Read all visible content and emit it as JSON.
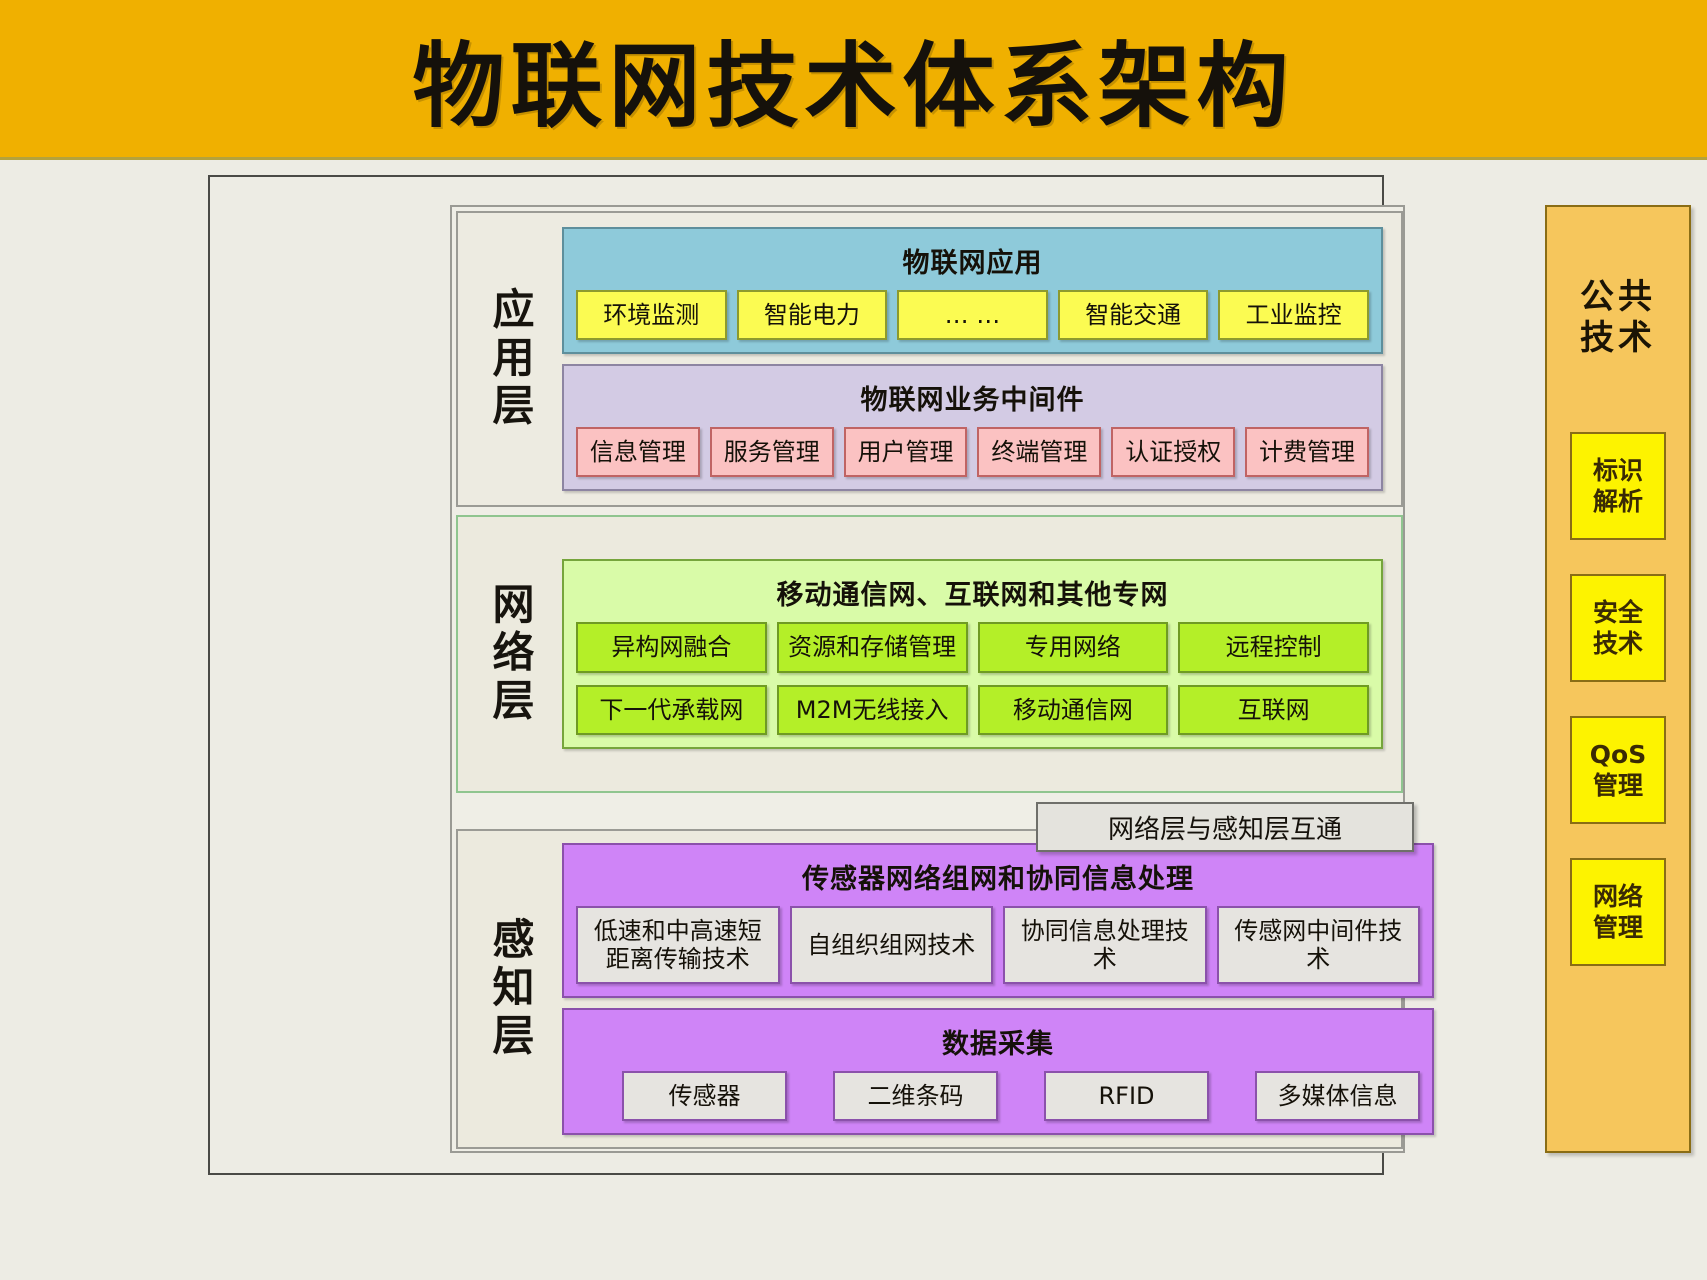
{
  "title": "物联网技术体系架构",
  "layers": [
    {
      "label": "应用层",
      "panels": [
        {
          "title": "物联网应用",
          "rows": [
            [
              "环境监测",
              "智能电力",
              "… …",
              "智能交通",
              "工业监控"
            ]
          ]
        },
        {
          "title": "物联网业务中间件",
          "rows": [
            [
              "信息管理",
              "服务管理",
              "用户管理",
              "终端管理",
              "认证授权",
              "计费管理"
            ]
          ]
        }
      ]
    },
    {
      "label": "网络层",
      "panels": [
        {
          "title": "移动通信网、互联网和其他专网",
          "rows": [
            [
              "异构网融合",
              "资源和存储管理",
              "专用网络",
              "远程控制"
            ],
            [
              "下一代承载网",
              "M2M无线接入",
              "移动通信网",
              "互联网"
            ]
          ]
        }
      ]
    },
    {
      "label": "感知层",
      "panels": [
        {
          "title": "传感器网络组网和协同信息处理",
          "rows": [
            [
              "低速和中高速短距离传输技术",
              "自组织组网技术",
              "协同信息处理技术",
              "传感网中间件技术"
            ]
          ]
        },
        {
          "title": "数据采集",
          "rows": [
            [
              "传感器",
              "二维条码",
              "RFID",
              "多媒体信息"
            ]
          ]
        }
      ]
    }
  ],
  "interop": {
    "label": "网络层与感知层互通"
  },
  "sidebar": {
    "title": "公共\n技术",
    "title_lines": [
      "公共",
      "技术"
    ],
    "items": [
      {
        "label": "标识解析",
        "lines": [
          "标识",
          "解析"
        ]
      },
      {
        "label": "安全技术",
        "lines": [
          "安全",
          "技术"
        ]
      },
      {
        "label": "QoS管理",
        "lines": [
          "QoS",
          "管理"
        ]
      },
      {
        "label": "网络管理",
        "lines": [
          "网络",
          "管理"
        ]
      }
    ]
  },
  "colors": {
    "banner": "#f0b000",
    "page_background": "#edece4",
    "application_apps": "#8ecada",
    "application_apps_chip": "#fbfb52",
    "application_middleware": "#d3cbe4",
    "application_middleware_chip": "#fbc2c2",
    "network_panel": "#d9fba8",
    "network_chip": "#b4ef28",
    "perception_panel": "#cf84f7",
    "perception_chip": "#e6e4e0",
    "sidebar": "#f6c65c",
    "sidebar_chip": "#fdf300",
    "interop": "#e4e3dd"
  }
}
